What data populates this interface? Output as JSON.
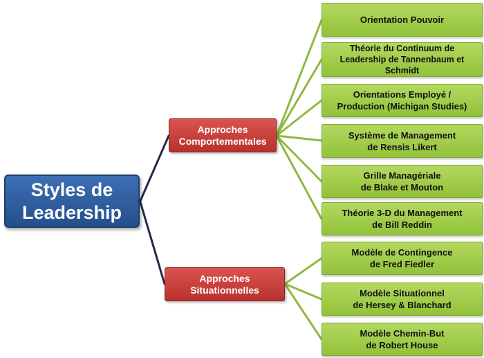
{
  "root": {
    "label": "Styles de\nLeadership"
  },
  "branches": [
    {
      "label": "Approches\nComportementales"
    },
    {
      "label": "Approches\nSituationnelles"
    }
  ],
  "leaves": [
    {
      "label": "Orientation Pouvoir"
    },
    {
      "label": "Théorie du Continuum de\nLeadership de Tannenbaum et\nSchmidt"
    },
    {
      "label": "Orientations Employé /\nProduction (Michigan Studies)"
    },
    {
      "label": "Système de Management\nde Rensis Likert"
    },
    {
      "label": "Grille Managériale\nde Blake et Mouton"
    },
    {
      "label": "Théorie 3-D du Management\nde Bill Reddin"
    },
    {
      "label": "Modèle de Contingence\nde Fred Fiedler"
    },
    {
      "label": "Modèle Situationnel\nde Hersey & Blanchard"
    },
    {
      "label": "Modèle Chemin-But\nde Robert House"
    }
  ],
  "colors": {
    "root": "#2e5fa3",
    "branch": "#c9403c",
    "leaf": "#a3cc4c",
    "root_connector": "#1e2a4a",
    "leaf_connector": "#8dba3e"
  }
}
